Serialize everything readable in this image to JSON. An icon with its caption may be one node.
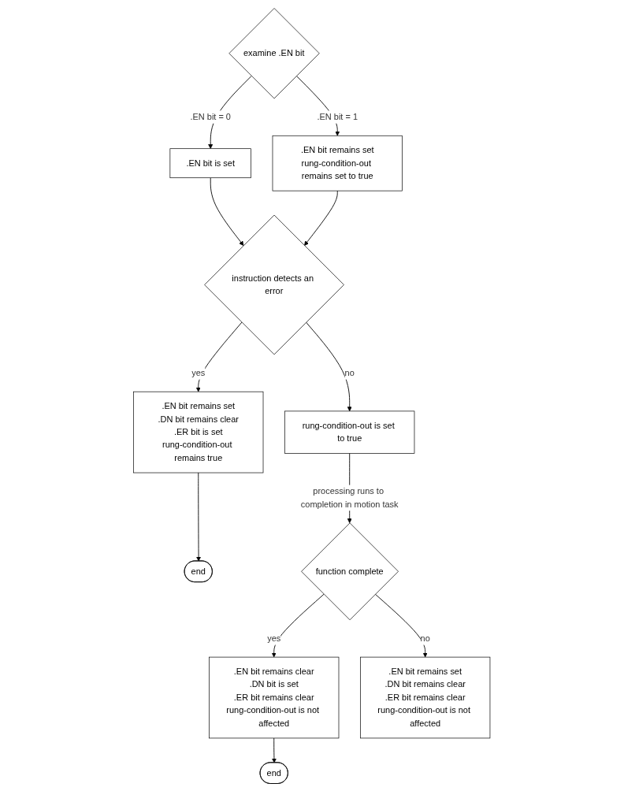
{
  "diagram": {
    "nodes": [
      {
        "text": [
          "examine .EN bit"
        ]
      },
      {
        "text": [
          ".EN bit is set"
        ]
      },
      {
        "text": [
          ".EN bit remains set",
          "rung-condition-out remains set to true"
        ]
      },
      {
        "text": [
          "instruction detects an error"
        ]
      },
      {
        "text": [
          ".EN bit remains set",
          ".DN bit remains clear",
          ".ER bit is set",
          "rung-condition-out remains true"
        ]
      },
      {
        "text": [
          "end"
        ]
      },
      {
        "text": [
          "rung-condition-out is set to true"
        ]
      },
      {
        "text": [
          "function complete"
        ]
      },
      {
        "text": [
          ".EN bit remains clear",
          ".DN bit is set",
          ".ER bit remains clear",
          "rung-condition-out is not affected"
        ]
      },
      {
        "text": [
          "end"
        ]
      },
      {
        "text": [
          ".EN bit remains set",
          ".DN bit remains clear",
          ".ER bit remains clear",
          "rung-condition-out is not affected"
        ]
      }
    ],
    "edges": [
      {
        "from": 0,
        "to": 1,
        "arrow": "to",
        "label": ".EN bit = 0"
      },
      {
        "from": 0,
        "to": 2,
        "arrow": "to",
        "label": ".EN bit = 1"
      },
      {
        "from": 1,
        "to": 3,
        "arrow": "to"
      },
      {
        "from": 2,
        "to": 3,
        "arrow": "to"
      },
      {
        "from": 3,
        "to": 4,
        "arrow": "to",
        "label": "yes"
      },
      {
        "from": 3,
        "to": 6,
        "arrow": "to",
        "label": "no"
      },
      {
        "from": 4,
        "to": 5,
        "arrow": "to"
      },
      {
        "from": 6,
        "to": 7,
        "arrow": "to",
        "label": "processing runs to completion in motion task"
      },
      {
        "from": 7,
        "to": 8,
        "arrow": "to",
        "label": "yes"
      },
      {
        "from": 7,
        "to": 10,
        "arrow": "to",
        "label": "no"
      },
      {
        "from": 8,
        "to": 9,
        "arrow": "to"
      }
    ]
  }
}
